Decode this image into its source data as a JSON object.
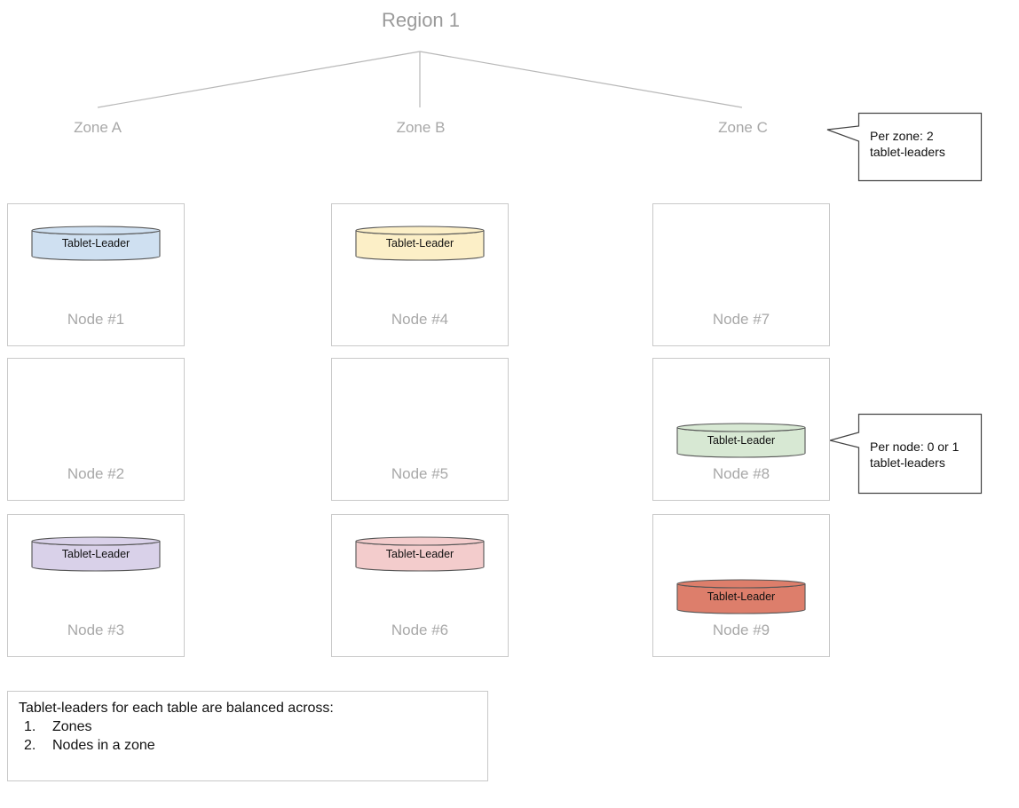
{
  "region": {
    "title": "Region 1"
  },
  "zones": [
    {
      "label": "Zone A"
    },
    {
      "label": "Zone B"
    },
    {
      "label": "Zone C"
    }
  ],
  "nodes": [
    {
      "label": "Node #1",
      "leader": "Tablet-Leader",
      "leader_color": "#cfe0f1"
    },
    {
      "label": "Node #2",
      "leader": null
    },
    {
      "label": "Node #3",
      "leader": "Tablet-Leader",
      "leader_color": "#d9d1e9"
    },
    {
      "label": "Node #4",
      "leader": "Tablet-Leader",
      "leader_color": "#fcefc7"
    },
    {
      "label": "Node #5",
      "leader": null
    },
    {
      "label": "Node #6",
      "leader": "Tablet-Leader",
      "leader_color": "#f3cccc"
    },
    {
      "label": "Node #7",
      "leader": null
    },
    {
      "label": "Node #8",
      "leader": "Tablet-Leader",
      "leader_color": "#d7e8d3"
    },
    {
      "label": "Node #9",
      "leader": "Tablet-Leader",
      "leader_color": "#dd7e6b"
    }
  ],
  "callouts": {
    "per_zone": {
      "line1": "Per zone: 2",
      "line2": "tablet-leaders"
    },
    "per_node": {
      "line1": "Per node: 0 or 1",
      "line2": "tablet-leaders"
    }
  },
  "legend": {
    "heading": "Tablet-leaders for each table are balanced across:",
    "items": [
      {
        "num": "1.",
        "text": "Zones"
      },
      {
        "num": "2.",
        "text": "Nodes in a zone"
      }
    ]
  },
  "colors": {
    "line": "#b8b8b8",
    "border": "#c9c9c9",
    "muted_text": "#a8a8a8"
  }
}
